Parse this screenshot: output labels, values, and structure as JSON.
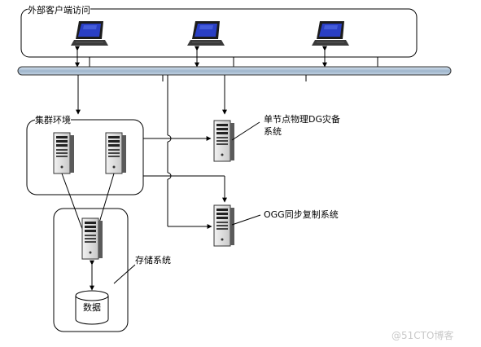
{
  "groups": {
    "clients": "外部客户端访问",
    "cluster": "集群环境",
    "storage": "存储系统"
  },
  "targets": {
    "dg_line1": "单节点物理DG灾备",
    "dg_line2": "系统",
    "ogg": "OGG同步复制系统"
  },
  "storage_db": "数据",
  "watermark": "@51CTO博客"
}
